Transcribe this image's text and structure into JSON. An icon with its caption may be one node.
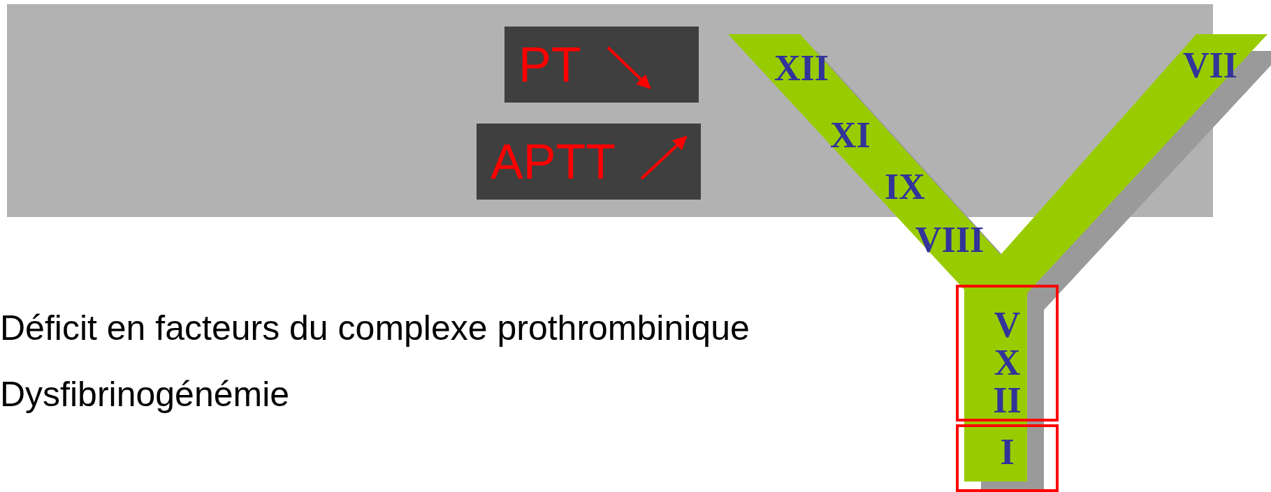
{
  "diagram": {
    "nodes": [
      {
        "text": [
          "PT"
        ]
      },
      {
        "text": [
          "APTT"
        ]
      },
      {
        "text": [
          "V",
          "X",
          "II"
        ]
      },
      {
        "text": [
          "I"
        ]
      }
    ],
    "labels": [
      "XII",
      "VII",
      "XI",
      "IX",
      "VIII",
      "Déficit en facteurs du complexe prothrombinique",
      "Dysfibrinogénémie"
    ]
  }
}
